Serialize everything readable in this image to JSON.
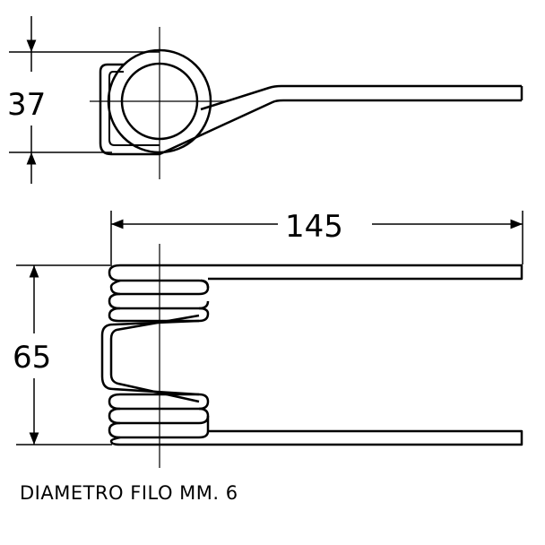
{
  "dimensions": {
    "top_height": "37",
    "length": "145",
    "side_height": "65"
  },
  "caption": "DIAMETRO FILO MM. 6",
  "colors": {
    "line": "#000000",
    "background": "#ffffff"
  }
}
